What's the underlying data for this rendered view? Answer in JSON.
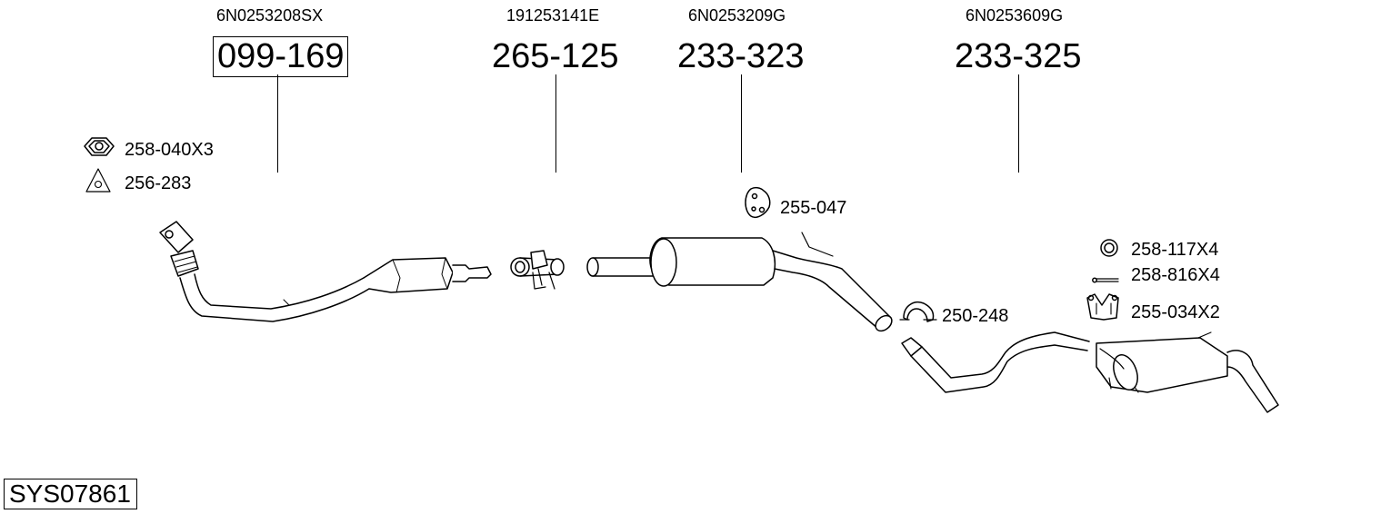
{
  "system_code": "SYS07861",
  "parts": [
    {
      "oe": "6N0253208SX",
      "number": "099-169"
    },
    {
      "oe": "191253141E",
      "number": "265-125"
    },
    {
      "oe": "6N0253209G",
      "number": "233-323"
    },
    {
      "oe": "6N0253609G",
      "number": "233-325"
    }
  ],
  "accessories": {
    "nut": "258-040X3",
    "gasket_triangle": "256-283",
    "hanger_rubber": "255-047",
    "clamp": "250-248",
    "ring": "258-117X4",
    "bolt": "258-816X4",
    "bracket": "255-034X2"
  }
}
